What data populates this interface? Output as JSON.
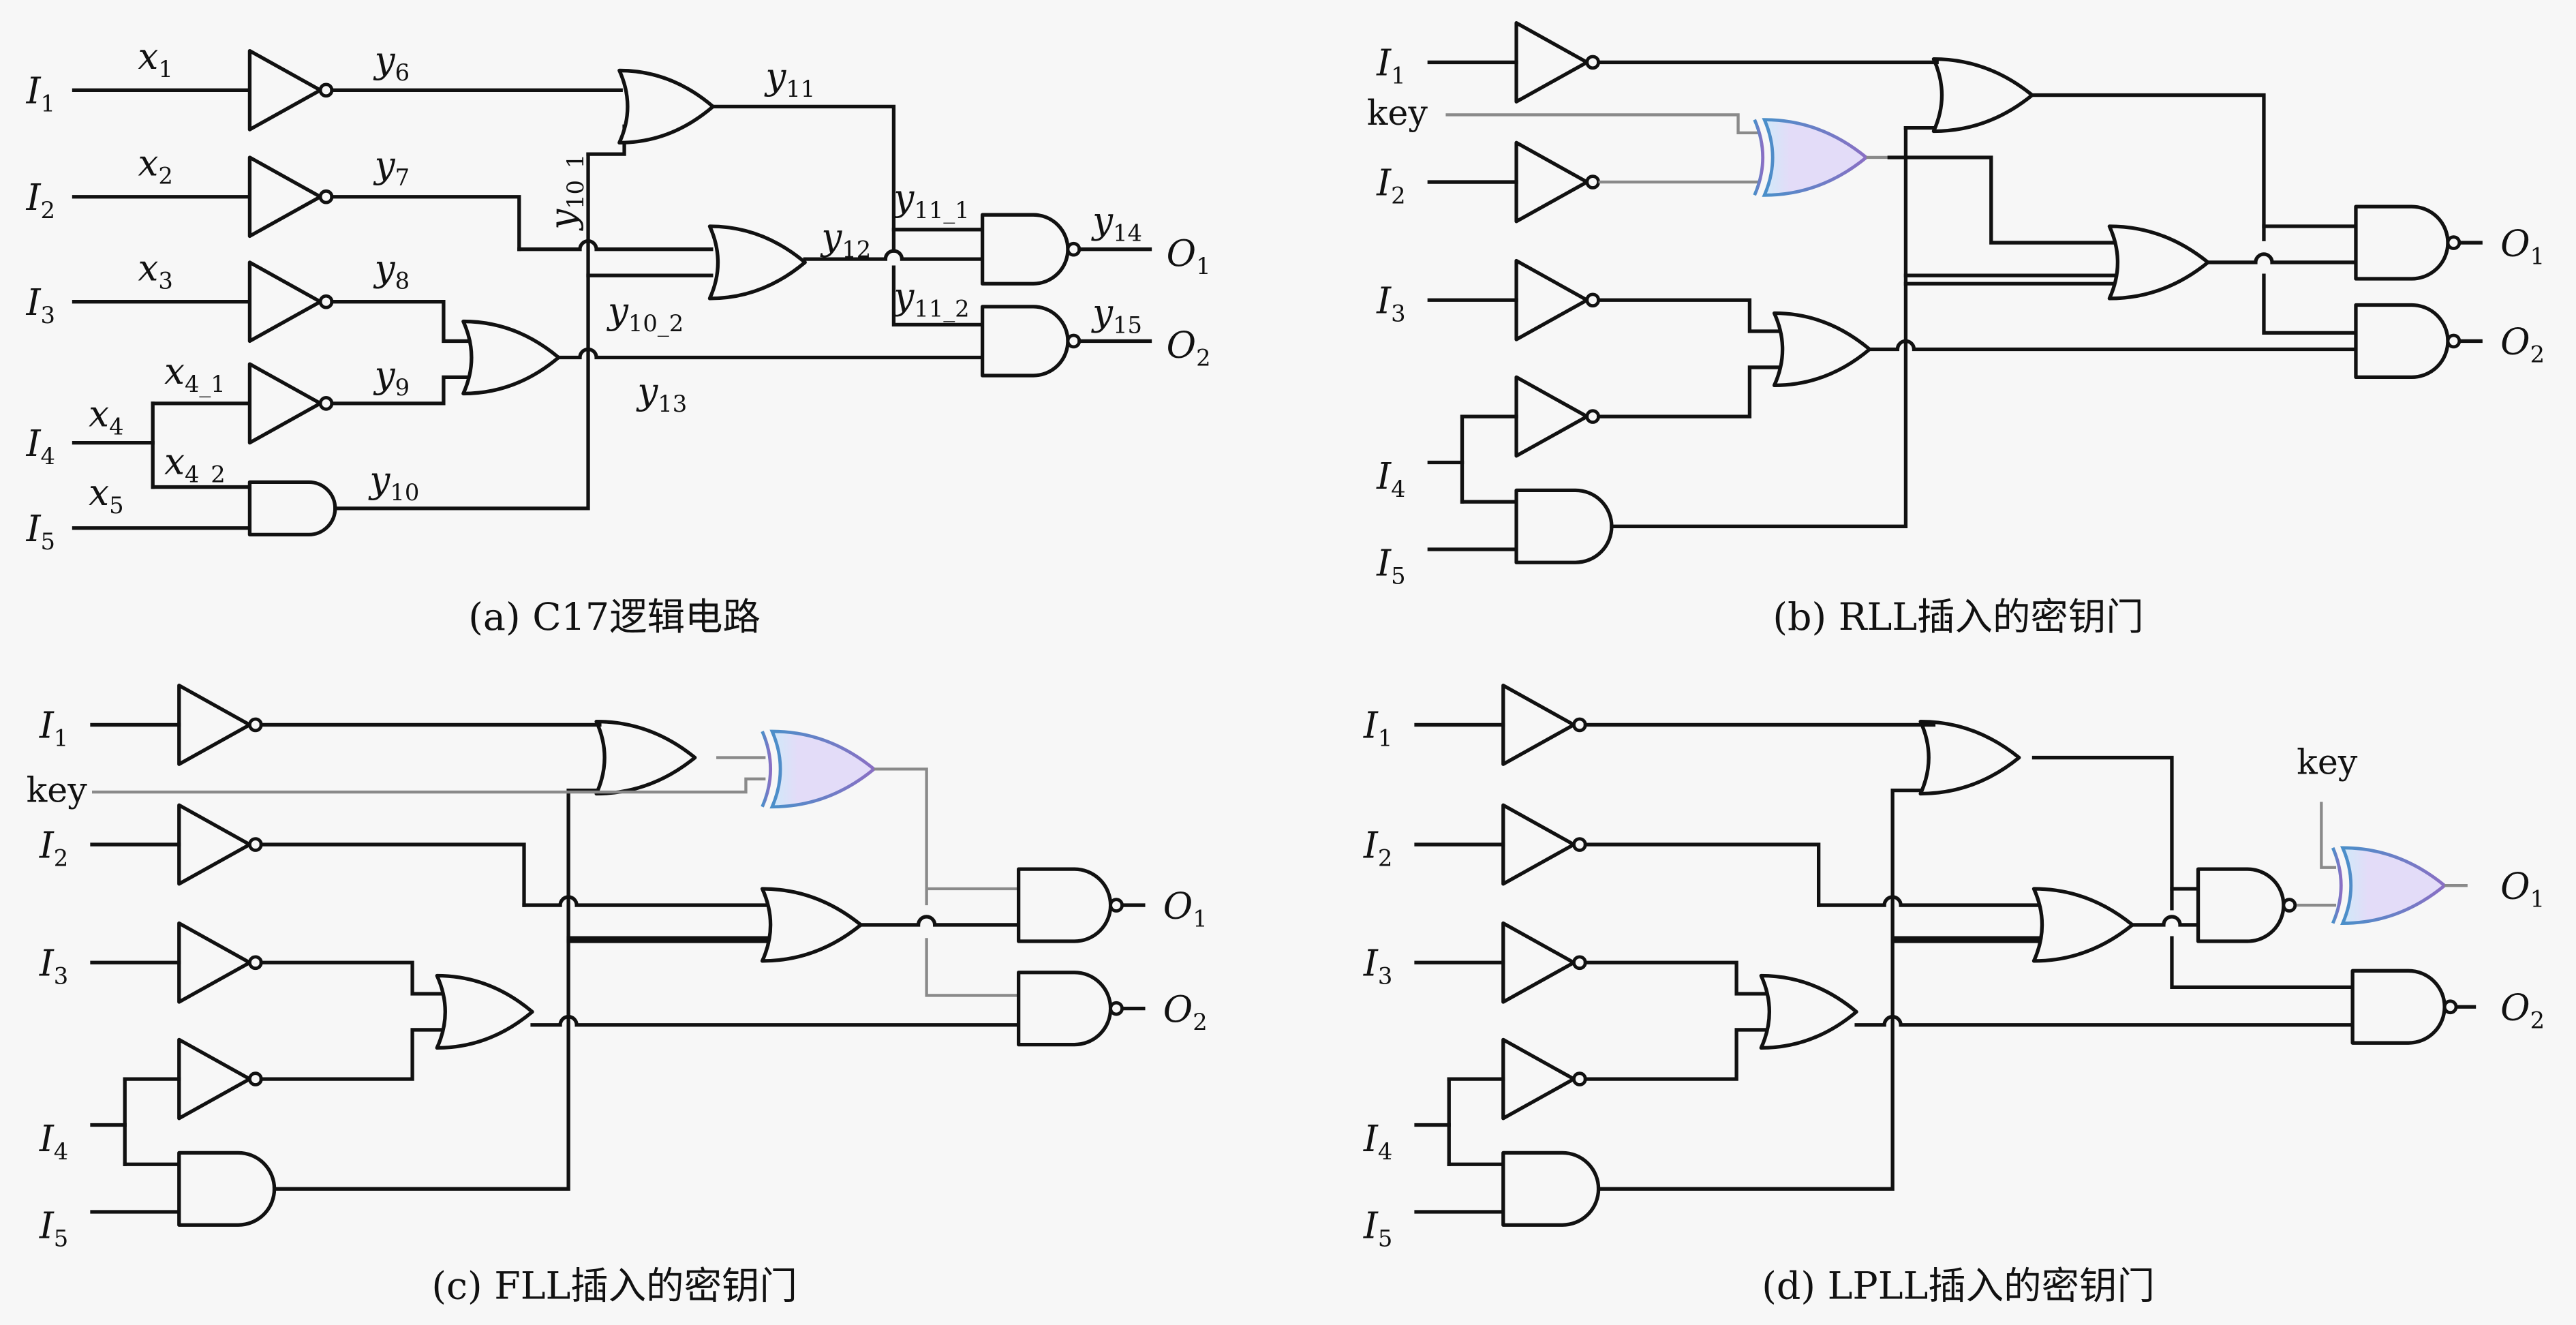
{
  "figure": {
    "panels": [
      {
        "id": "a",
        "caption": "(a) C17逻辑电路",
        "inputs": [
          "I1",
          "I2",
          "I3",
          "I4",
          "I5"
        ],
        "outputs": [
          "O1",
          "O2"
        ],
        "signal_labels": {
          "x1": "x1",
          "x2": "x2",
          "x3": "x3",
          "x4": "x4",
          "x4_1": "x4_1",
          "x4_2": "x4_2",
          "x5": "x5",
          "y6": "y6",
          "y7": "y7",
          "y8": "y8",
          "y9": "y9",
          "y10": "y10",
          "y10_1": "y10_1",
          "y10_2": "y10_2",
          "y11": "y11",
          "y11_1": "y11_1",
          "y11_2": "y11_2",
          "y12": "y12",
          "y13": "y13",
          "y14": "y14",
          "y15": "y15"
        },
        "key_gate": null
      },
      {
        "id": "b",
        "caption": "(b) RLL插入的密钥门",
        "inputs": [
          "I1",
          "I2",
          "I3",
          "I4",
          "I5"
        ],
        "outputs": [
          "O1",
          "O2"
        ],
        "key_label": "key",
        "key_gate": {
          "type": "XOR",
          "position": "after NOT on I2"
        }
      },
      {
        "id": "c",
        "caption": "(c) FLL插入的密钥门",
        "inputs": [
          "I1",
          "I2",
          "I3",
          "I4",
          "I5"
        ],
        "outputs": [
          "O1",
          "O2"
        ],
        "key_label": "key",
        "key_gate": {
          "type": "XOR",
          "position": "after OR y11"
        }
      },
      {
        "id": "d",
        "caption": "(d) LPLL插入的密钥门",
        "inputs": [
          "I1",
          "I2",
          "I3",
          "I4",
          "I5"
        ],
        "outputs": [
          "O1",
          "O2"
        ],
        "key_label": "key",
        "key_gate": {
          "type": "XOR",
          "position": "before output O1"
        }
      }
    ],
    "colors": {
      "wire": "#111111",
      "key_wire": "#8a8a8a",
      "xor_fill_a": "#cfe9f9",
      "xor_fill_b": "#e3dcf8",
      "xor_stroke_a": "#4a8fc9",
      "xor_stroke_b": "#8a6fc4",
      "background": "#f7f7f7"
    }
  }
}
